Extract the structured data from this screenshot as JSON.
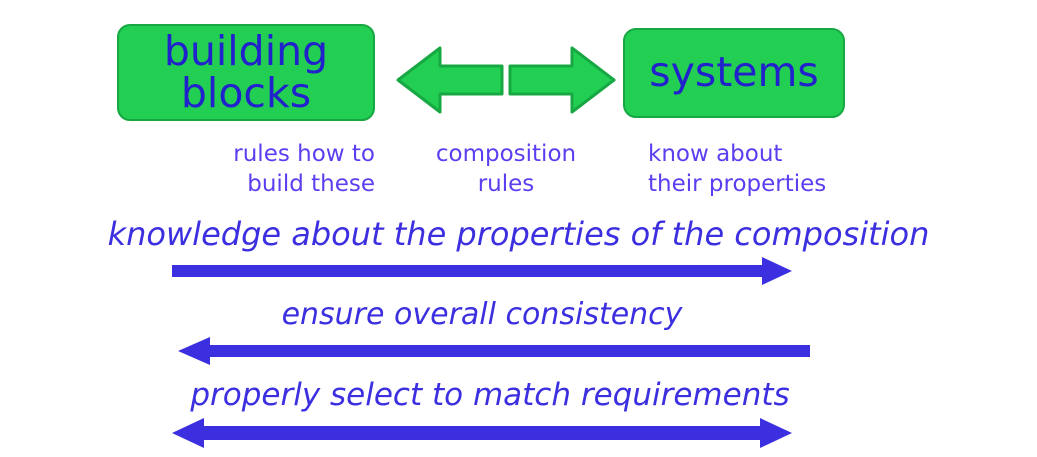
{
  "diagram": {
    "title": "building blocks and systems composition diagram",
    "colors": {
      "node_fill": "#22cf53",
      "node_border": "#17a843",
      "node_text": "#2222cc",
      "caption_text": "#5a3ff0",
      "relation_text": "#3b2fe0",
      "relation_arrow": "#3b2fe0",
      "background": "#ffffff"
    },
    "nodes": [
      {
        "id": "building-blocks",
        "label_lines": [
          "building",
          "blocks"
        ],
        "caption_lines": [
          "rules how to",
          "build these"
        ]
      },
      {
        "id": "systems",
        "label_lines": [
          "systems"
        ],
        "caption_lines": [
          "know about",
          "their properties"
        ]
      }
    ],
    "center_caption": {
      "caption_lines": [
        "composition",
        "rules"
      ]
    },
    "composition_arrows": [
      {
        "id": "green-arrow-left",
        "direction": "left",
        "icon": "arrow-left-icon"
      },
      {
        "id": "green-arrow-right",
        "direction": "right",
        "icon": "arrow-right-icon"
      }
    ],
    "relations": [
      {
        "id": "relation-1",
        "label": "knowledge about the properties of the composition",
        "direction": "right",
        "icon": "arrow-right-icon"
      },
      {
        "id": "relation-2",
        "label": "ensure overall consistency",
        "direction": "left",
        "icon": "arrow-left-icon"
      },
      {
        "id": "relation-3",
        "label": "properly select to match requirements",
        "direction": "both",
        "icon": "arrow-both-icon"
      }
    ]
  }
}
